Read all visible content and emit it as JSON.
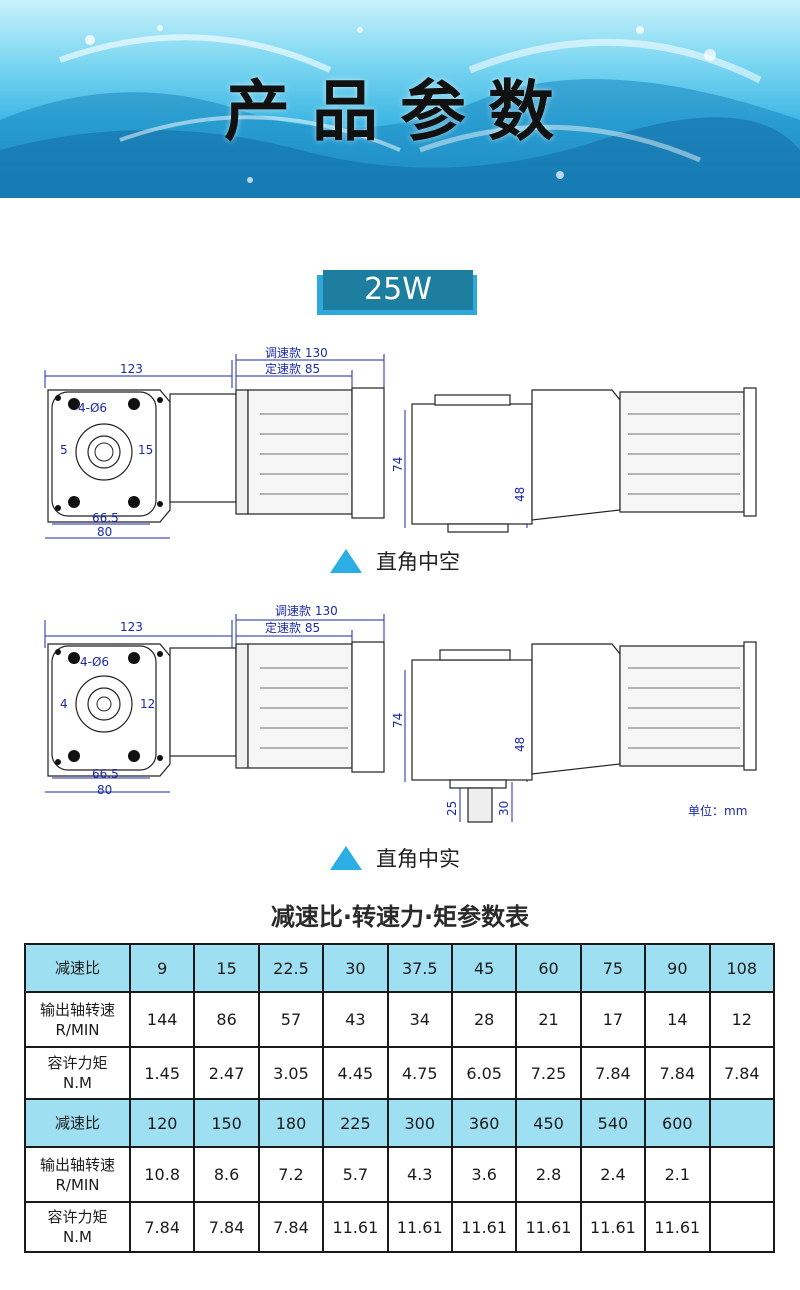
{
  "banner": {
    "title": "产品参数"
  },
  "power": {
    "label": "25W"
  },
  "dims": {
    "w123": "123",
    "adjustable": "调速款 130",
    "fixed": "定速款 85",
    "holes": "4-Ø6",
    "w665": "66.5",
    "w80": "80",
    "h74": "74",
    "h48": "48",
    "d25": "25",
    "d30": "30"
  },
  "drawing1": {
    "shaft_left": "5",
    "shaft_right": "15",
    "caption": "直角中空"
  },
  "drawing2": {
    "shaft_left": "4",
    "shaft_right": "12",
    "caption": "直角中实"
  },
  "unit": "单位：mm",
  "table": {
    "title": "减速比·转速力·矩参数表",
    "ratio_label": "减速比",
    "speed_label_1": "输出轴转速",
    "speed_label_2": "R/MIN",
    "torque_label_1": "容许力矩",
    "torque_label_2": "N.M",
    "block1": {
      "ratios": [
        "9",
        "15",
        "22.5",
        "30",
        "37.5",
        "45",
        "60",
        "75",
        "90",
        "108"
      ],
      "speeds": [
        "144",
        "86",
        "57",
        "43",
        "34",
        "28",
        "21",
        "17",
        "14",
        "12"
      ],
      "torques": [
        "1.45",
        "2.47",
        "3.05",
        "4.45",
        "4.75",
        "6.05",
        "7.25",
        "7.84",
        "7.84",
        "7.84"
      ]
    },
    "block2": {
      "ratios": [
        "120",
        "150",
        "180",
        "225",
        "300",
        "360",
        "450",
        "540",
        "600",
        ""
      ],
      "speeds": [
        "10.8",
        "8.6",
        "7.2",
        "5.7",
        "4.3",
        "3.6",
        "2.8",
        "2.4",
        "2.1",
        ""
      ],
      "torques": [
        "7.84",
        "7.84",
        "7.84",
        "11.61",
        "11.61",
        "11.61",
        "11.61",
        "11.61",
        "11.61",
        ""
      ]
    }
  },
  "colors": {
    "accent": "#2aaee4",
    "badge": "#1e7e9f",
    "header_cell": "#9fdff2",
    "dimension": "#1b2aa8"
  }
}
